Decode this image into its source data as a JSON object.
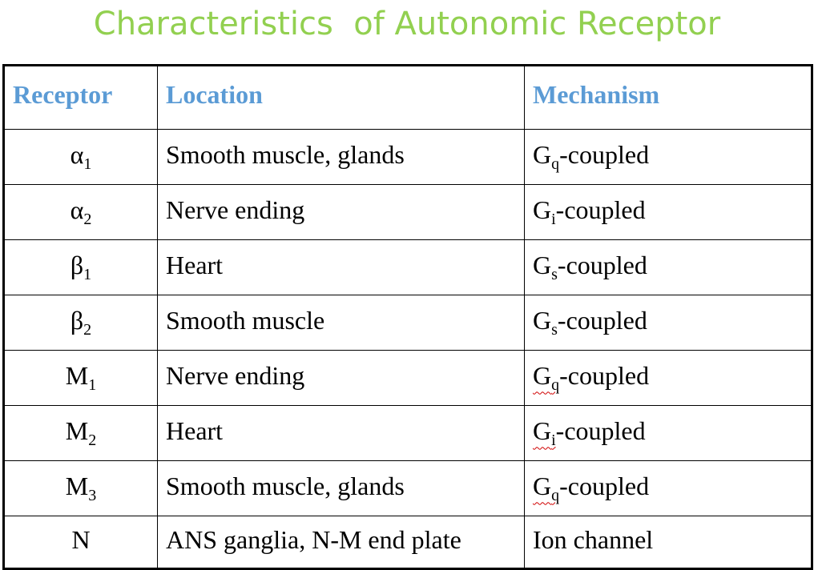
{
  "title": "Characteristics  of Autonomic Receptor",
  "headers": {
    "receptor": "Receptor",
    "location": "Location",
    "mechanism": "Mechanism"
  },
  "rows": [
    {
      "receptor": {
        "base": "α",
        "sub": "1"
      },
      "location": "Smooth muscle, glands",
      "mechanism": {
        "base": "G",
        "sub": "q",
        "rest": "-coupled"
      }
    },
    {
      "receptor": {
        "base": "α",
        "sub": "2"
      },
      "location": "Nerve ending",
      "mechanism": {
        "base": "G",
        "sub": "i",
        "rest": "-coupled"
      }
    },
    {
      "receptor": {
        "base": "β",
        "sub": "1"
      },
      "location": "Heart",
      "mechanism": {
        "base": "G",
        "sub": "s",
        "rest": "-coupled"
      }
    },
    {
      "receptor": {
        "base": "β",
        "sub": "2"
      },
      "location": "Smooth muscle",
      "mechanism": {
        "base": "G",
        "sub": "s",
        "rest": "-coupled"
      }
    },
    {
      "receptor": {
        "base": "M",
        "sub": "1"
      },
      "location": "Nerve ending",
      "mechanism": {
        "base": "G",
        "sub": "q",
        "rest": "-coupled"
      }
    },
    {
      "receptor": {
        "base": "M",
        "sub": "2"
      },
      "location": "Heart",
      "mechanism": {
        "base": "G",
        "sub": "i",
        "rest": "-coupled"
      }
    },
    {
      "receptor": {
        "base": "M",
        "sub": "3"
      },
      "location": "Smooth muscle, glands",
      "mechanism": {
        "base": "G",
        "sub": "q",
        "rest": "-coupled"
      }
    },
    {
      "receptor": {
        "base": "N",
        "sub": ""
      },
      "location": "ANS ganglia, N-M end plate",
      "mechanism": {
        "base": "Ion channel",
        "sub": "",
        "rest": ""
      }
    }
  ],
  "colors": {
    "title": "#92d050",
    "header": "#5b9bd5",
    "spellcheck": "#d00000"
  }
}
